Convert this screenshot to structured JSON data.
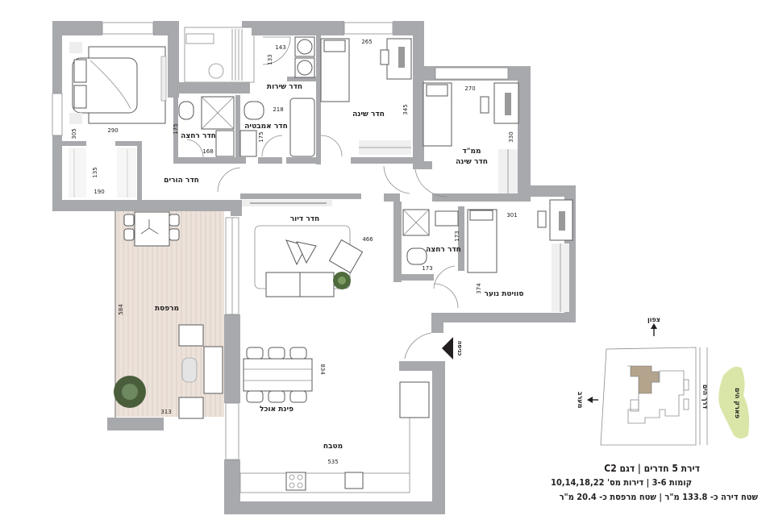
{
  "title": {
    "line1": "דירת 5 חדרים | דגם C2",
    "line2": "קומות 3-6 | דירות מס' 10,14,18,22",
    "line3": "שטח דירה כ- 133.8 מ\"ר | שטח מרפסת כ- 20.4 מ\"ר"
  },
  "rooms": {
    "master_bedroom": {
      "label": "חדר הורים",
      "dim_w": "290",
      "dim_h": "305",
      "closet_w": "190",
      "closet_h": "135"
    },
    "master_bath": {
      "label": "חדר רחצה",
      "dim_w": "168",
      "dim_h": "175"
    },
    "bathroom": {
      "label": "חדר אמבטיה",
      "dim_w": "218",
      "dim_h": "175"
    },
    "laundry": {
      "label": "חדר שירות",
      "dim_w": "143",
      "dim_h": "133"
    },
    "bedroom1": {
      "label": "חדר שינה",
      "dim_w": "265",
      "dim_h": "345"
    },
    "bedroom_mamad": {
      "label_top": "ממ\"ד",
      "label_bottom": "חדר שינה",
      "dim_w": "270",
      "dim_h": "330"
    },
    "living": {
      "label": "חדר דיור",
      "dim": "466"
    },
    "balcony": {
      "label": "מרפסת",
      "dim_w": "313",
      "dim_h": "584"
    },
    "teen_suite": {
      "label": "סוויטת נוער",
      "dim_w": "301",
      "dim_h": "374"
    },
    "teen_bath": {
      "label": "חדר רחצה",
      "dim_w": "173",
      "dim_h": "173"
    },
    "dining": {
      "label": "פינת אוכל",
      "dim": "834"
    },
    "kitchen": {
      "label": "מטבח",
      "dim": "535"
    }
  },
  "entrance": {
    "label": "כניסה"
  },
  "site_plan": {
    "north": "צפון",
    "west": "מערב",
    "road": "דרך הים",
    "park": "פארק הים"
  },
  "colors": {
    "wall": "#a7a9ac",
    "balcony_floor": "#e8ddd5",
    "highlight_unit": "#b5a48d",
    "park": "#d9e6a8"
  }
}
